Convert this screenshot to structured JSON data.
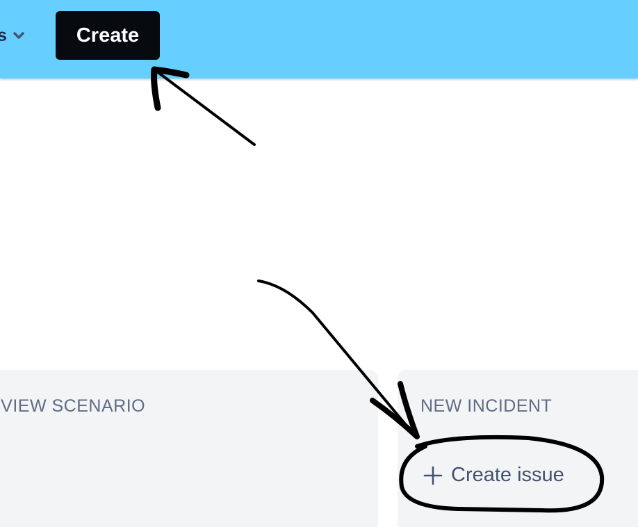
{
  "topbar": {
    "nav_item_partial": "s",
    "create_button_label": "Create"
  },
  "board": {
    "columns": [
      {
        "title": "EVIEW SCENARIO"
      },
      {
        "title": "NEW INCIDENT",
        "create_issue_label": "Create issue"
      }
    ]
  },
  "colors": {
    "topbar": "#66cfff",
    "create_button": "#070a0f",
    "column_background": "#f3f4f6",
    "column_title": "#5e6c84",
    "annotation_ink": "#000000"
  },
  "icons": [
    "chevron-down-icon",
    "plus-icon"
  ]
}
